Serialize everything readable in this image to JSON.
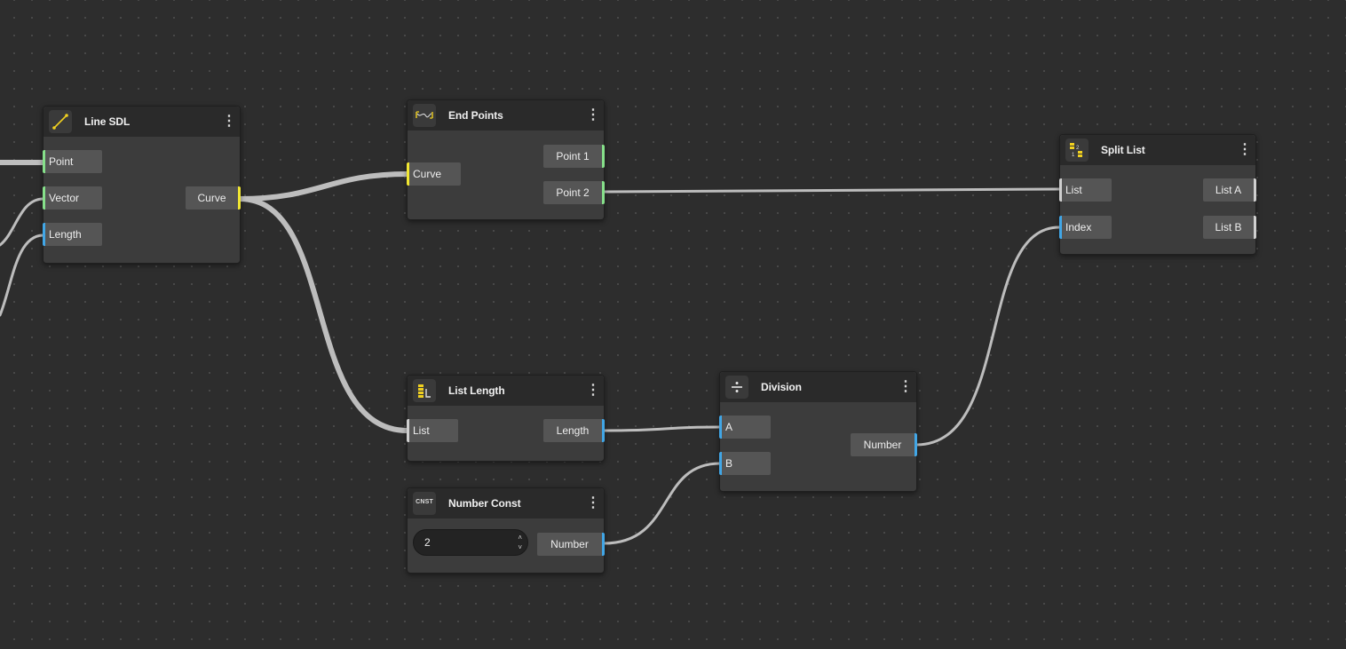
{
  "colors": {
    "point_port": "#86e08a",
    "curve_port": "#f0e632",
    "number_port": "#41a6e6",
    "list_port": "#cfcfcf",
    "icon_accent": "#f0d020",
    "wire": "#bdbdbd"
  },
  "nodes": {
    "line_sdl": {
      "title": "Line SDL",
      "icon": "line-sdl-icon",
      "inputs": [
        "Point",
        "Vector",
        "Length"
      ],
      "outputs": [
        "Curve"
      ]
    },
    "end_points": {
      "title": "End Points",
      "icon": "end-points-icon",
      "inputs": [
        "Curve"
      ],
      "outputs": [
        "Point 1",
        "Point 2"
      ]
    },
    "split_list": {
      "title": "Split List",
      "icon": "split-list-icon",
      "inputs": [
        "List",
        "Index"
      ],
      "outputs": [
        "List A",
        "List B"
      ]
    },
    "list_length": {
      "title": "List Length",
      "icon": "list-length-icon",
      "inputs": [
        "List"
      ],
      "outputs": [
        "Length"
      ]
    },
    "division": {
      "title": "Division",
      "icon": "division-icon",
      "inputs": [
        "A",
        "B"
      ],
      "outputs": [
        "Number"
      ]
    },
    "number_const": {
      "title": "Number Const",
      "icon": "cnst-icon",
      "icon_text": "CNST",
      "value": "2",
      "outputs": [
        "Number"
      ]
    }
  },
  "menu_glyph": "⋮",
  "spin_up_glyph": "˄",
  "spin_down_glyph": "˅"
}
